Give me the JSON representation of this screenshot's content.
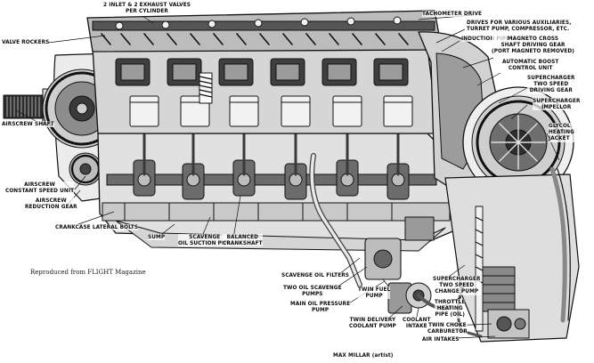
{
  "labels": {
    "inlet_exhaust_1": "2 INLET & 2 EXHAUST VALVES",
    "inlet_exhaust_2": "PER CYLINDER",
    "valve_rockers": "VALVE ROCKERS",
    "tachometer_drive": "TACHOMETER DRIVE",
    "drives_1": "DRIVES FOR VARIOUS AUXILIARIES,",
    "drives_2": "TURRET PUMP, COMPRESSOR, ETC.",
    "induction_pipe": "INDUCTION PIPE",
    "magneto_1": "MAGNETO CROSS",
    "magneto_2": "SHAFT DRIVING GEAR",
    "magneto_3": "(PORT MAGNETO REMOVED)",
    "boost_1": "AUTOMATIC BOOST",
    "boost_2": "CONTROL UNIT",
    "sc_gear_1": "SUPERCHARGER",
    "sc_gear_2": "TWO SPEED",
    "sc_gear_3": "DRIVING GEAR",
    "sc_impeller_1": "SUPERCHARGER",
    "sc_impeller_2": "IMPELLOR",
    "glycol_1": "GLYCOL",
    "glycol_2": "HEATING",
    "glycol_3": "JACKET",
    "airscrew_shaft": "AIRSCREW SHAFT",
    "csu_1": "AIRSCREW",
    "csu_2": "CONSTANT SPEED UNIT",
    "reduction_1": "AIRSCREW",
    "reduction_2": "REDUCTION GEAR",
    "lateral_bolts": "CRANKCASE LATERAL BOLTS",
    "sump": "SUMP",
    "scavenge_pipe_1": "SCAVENGE",
    "scavenge_pipe_2": "OIL SUCTION PIPE",
    "crankshaft_1": "BALANCED",
    "crankshaft_2": "CRANKSHAFT",
    "oil_filters": "SCAVENGE OIL FILTERS",
    "two_oil_1": "TWO OIL SCAVENGE",
    "two_oil_2": "PUMPS",
    "main_oil_1": "MAIN OIL PRESSURE",
    "main_oil_2": "PUMP",
    "twin_fuel_1": "TWIN FUEL",
    "twin_fuel_2": "PUMP",
    "sc_change_1": "SUPERCHARGER",
    "sc_change_2": "TWO SPEED",
    "sc_change_3": "CHANGE PUMP",
    "throttle_1": "THROTTLE",
    "throttle_2": "HEATING",
    "throttle_3": "PIPE (OIL)",
    "twin_delivery_1": "TWIN DELIVERY",
    "twin_delivery_2": "COOLANT PUMP",
    "coolant_intake_1": "COOLANT",
    "coolant_intake_2": "INTAKE",
    "twin_choke_1": "TWIN CHOKE",
    "twin_choke_2": "CARBURETOR",
    "air_intakes": "AIR INTAKES",
    "artist": "MAX MILLAR (artist)"
  },
  "credit": "Reproduced from FLIGHT Magazine"
}
